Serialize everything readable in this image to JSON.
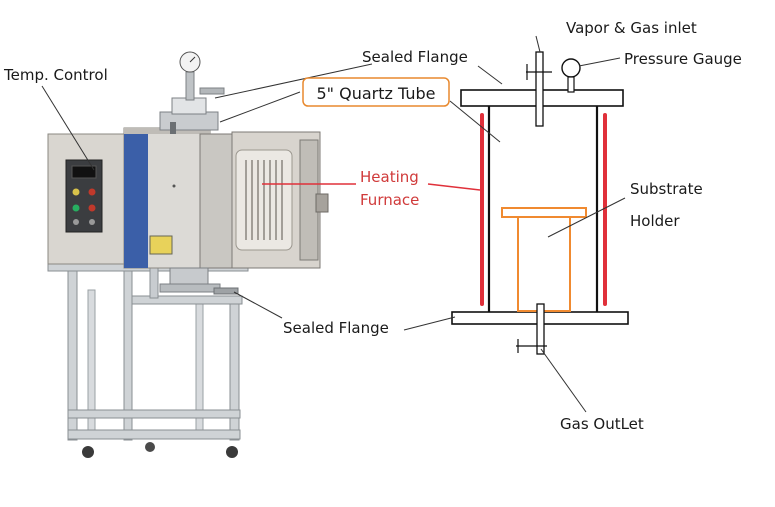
{
  "labels": {
    "temp_control": "Temp. Control",
    "sealed_flange_top": "Sealed Flange",
    "quartz_tube": "5\" Quartz Tube",
    "heating": "Heating",
    "furnace": "Furnace",
    "sealed_flange_bottom": "Sealed Flange",
    "vapor_gas_inlet": "Vapor & Gas inlet",
    "pressure_gauge": "Pressure Gauge",
    "substrate": "Substrate",
    "holder": "Holder",
    "gas_outlet": "Gas OutLet"
  },
  "colors": {
    "heater": "#e0303a",
    "substrate_holder": "#f08a30",
    "label_box": "#e8892e",
    "outline": "#111111"
  }
}
